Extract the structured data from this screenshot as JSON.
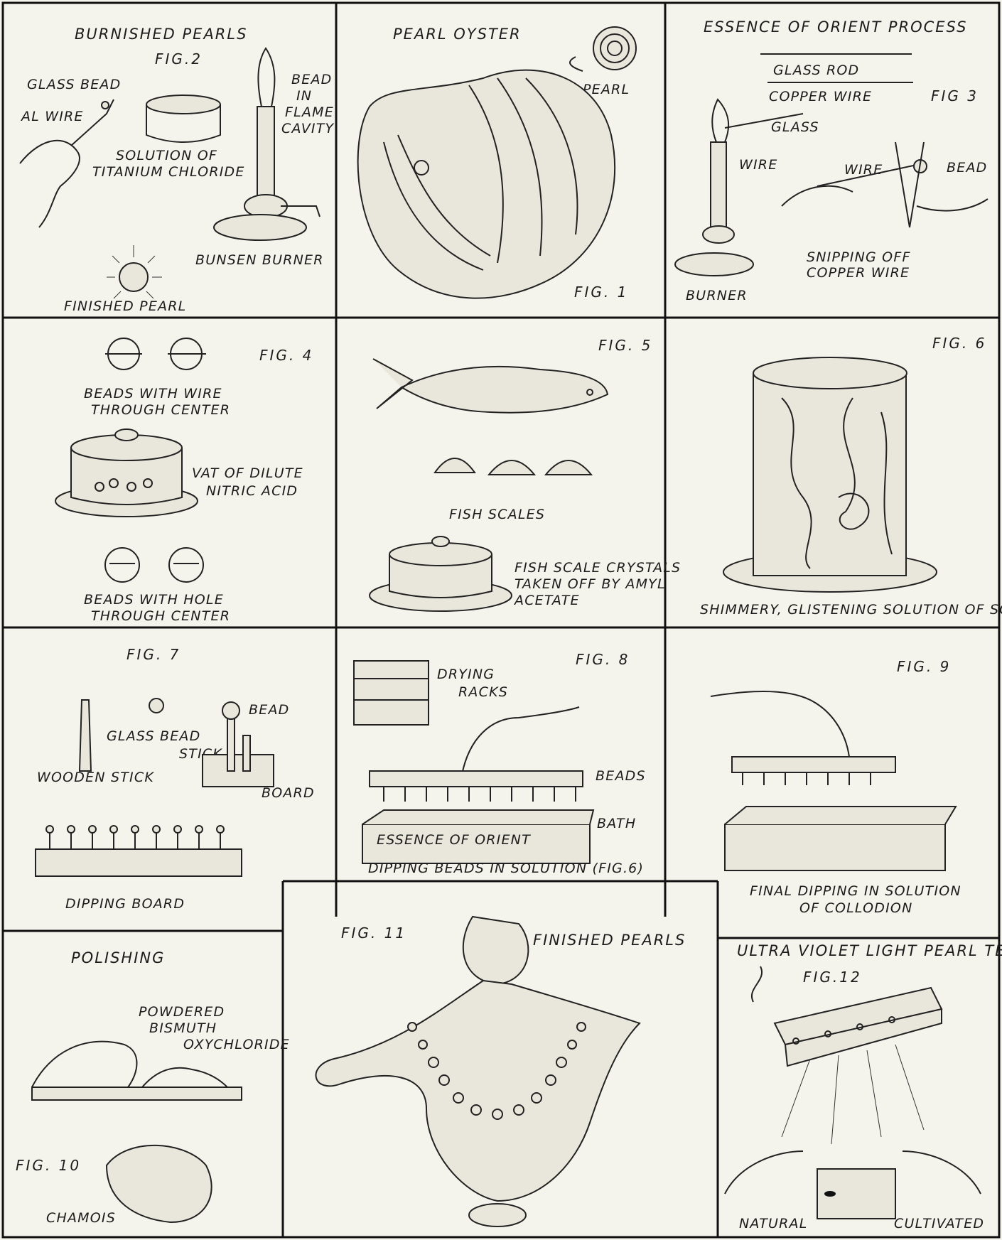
{
  "panels": {
    "burnished": {
      "title": "BURNISHED PEARLS",
      "fig": "FIG.2",
      "glass_bead": "GLASS BEAD",
      "wire": "AL WIRE",
      "bead_flame_1": "BEAD",
      "bead_flame_2": "IN",
      "bead_flame_3": "FLAME",
      "bead_flame_4": "CAVITY",
      "solution_1": "SOLUTION OF",
      "solution_2": "TITANIUM CHLORIDE",
      "bunsen": "BUNSEN BURNER",
      "finished": "FINISHED PEARL"
    },
    "oyster": {
      "title": "PEARL OYSTER",
      "pearl": "PEARL",
      "fig": "FIG. 1"
    },
    "essence": {
      "title": "ESSENCE OF ORIENT PROCESS",
      "glass_rod": "GLASS ROD",
      "copper_wire": "COPPER WIRE",
      "fig": "FIG 3",
      "glass": "GLASS",
      "wire": "WIRE",
      "wire2": "WIRE",
      "bead": "BEAD",
      "snip_1": "SNIPPING OFF",
      "snip_2": "COPPER WIRE",
      "burner": "BURNER"
    },
    "fig4": {
      "fig": "FIG. 4",
      "beads_wire_1": "BEADS WITH WIRE",
      "beads_wire_2": "THROUGH CENTER",
      "vat_1": "VAT OF DILUTE",
      "vat_2": "NITRIC ACID",
      "beads_hole_1": "BEADS WITH HOLE",
      "beads_hole_2": "THROUGH CENTER"
    },
    "fig5": {
      "fig": "FIG. 5",
      "fish_scales": "FISH SCALES",
      "crystals_1": "FISH SCALE CRYSTALS",
      "crystals_2": "TAKEN OFF BY AMYL",
      "crystals_3": "ACETATE"
    },
    "fig6": {
      "fig": "FIG. 6",
      "caption": "SHIMMERY, GLISTENING SOLUTION OF SCALES"
    },
    "fig7": {
      "fig": "FIG. 7",
      "glass_bead": "GLASS BEAD",
      "bead": "BEAD",
      "stick": "STICK",
      "wooden_stick": "WOODEN STICK",
      "board": "BOARD",
      "dipping_board": "DIPPING BOARD"
    },
    "fig8": {
      "fig": "FIG. 8",
      "drying_1": "DRYING",
      "drying_2": "RACKS",
      "beads": "BEADS",
      "bath": "BATH",
      "essence": "ESSENCE OF ORIENT",
      "caption": "DIPPING BEADS IN SOLUTION (FIG.6)"
    },
    "fig9": {
      "fig": "FIG. 9",
      "caption_1": "FINAL DIPPING IN SOLUTION",
      "caption_2": "OF COLLODION"
    },
    "fig10": {
      "title": "POLISHING",
      "powder_1": "POWDERED",
      "powder_2": "BISMUTH",
      "powder_3": "OXYCHLORIDE",
      "fig": "FIG. 10",
      "chamois": "CHAMOIS"
    },
    "fig11": {
      "fig": "FIG. 11",
      "title": "FINISHED PEARLS"
    },
    "fig12": {
      "title": "ULTRA VIOLET LIGHT PEARL TEST",
      "fig": "FIG.12",
      "natural": "NATURAL",
      "cultivated": "CULTIVATED"
    }
  }
}
